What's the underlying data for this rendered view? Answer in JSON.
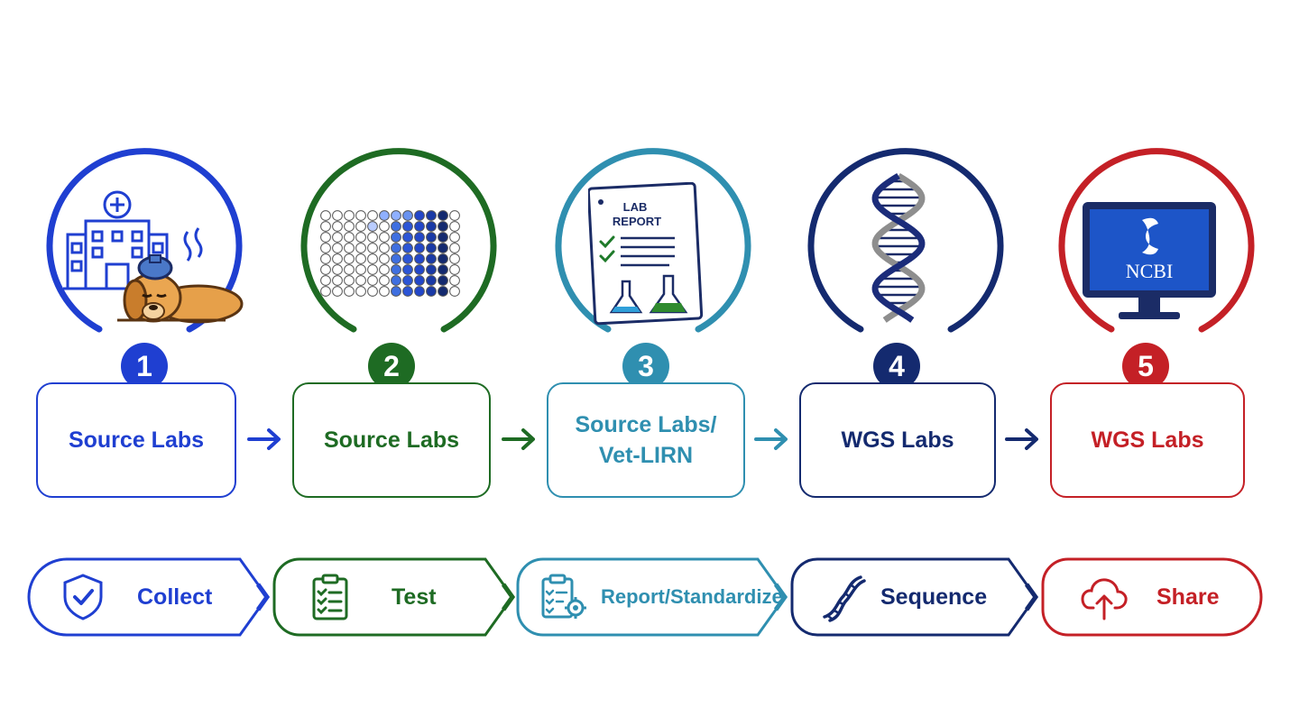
{
  "colors": {
    "step1": "#1f3fd1",
    "step2": "#1e6b23",
    "step3": "#2f8fb0",
    "step4": "#142a6f",
    "step5": "#c42026"
  },
  "steps": [
    {
      "number": "1",
      "lab": "Source Labs",
      "action": "Collect",
      "illustration": "hospital-sick-dog",
      "action_icon": "shield-check-icon"
    },
    {
      "number": "2",
      "lab": "Source Labs",
      "action": "Test",
      "illustration": "well-plate",
      "action_icon": "clipboard-checklist-icon"
    },
    {
      "number": "3",
      "lab_line1": "Source Labs/",
      "lab_line2": "Vet-LIRN",
      "action": "Report/Standardize",
      "illustration": "lab-report",
      "report_title_line1": "LAB",
      "report_title_line2": "REPORT",
      "action_icon": "checklist-gear-icon"
    },
    {
      "number": "4",
      "lab": "WGS Labs",
      "action": "Sequence",
      "illustration": "dna-helix",
      "action_icon": "dna-icon"
    },
    {
      "number": "5",
      "lab": "WGS Labs",
      "action": "Share",
      "illustration": "ncbi-monitor",
      "monitor_text": "NCBI",
      "action_icon": "cloud-upload-icon"
    }
  ]
}
